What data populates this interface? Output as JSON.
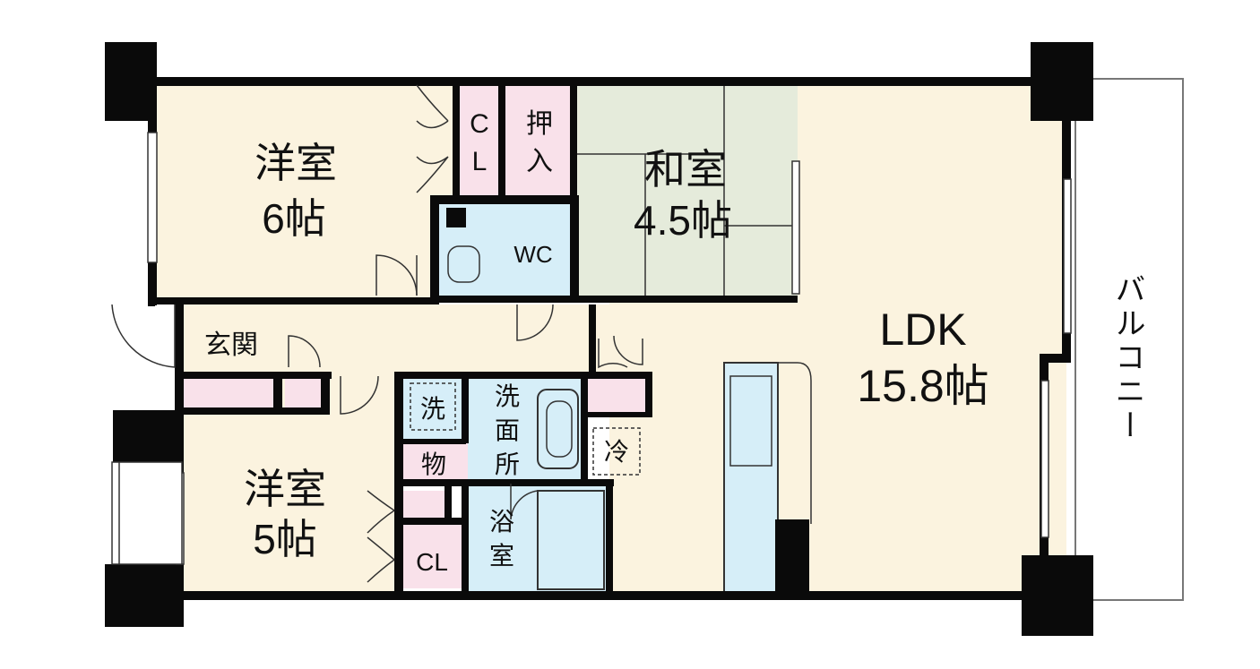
{
  "rooms": {
    "western1": {
      "name": "洋室",
      "size": "6帖"
    },
    "japanese": {
      "name": "和室",
      "size": "4.5帖"
    },
    "ldk": {
      "name": "LDK",
      "size": "15.8帖"
    },
    "western2": {
      "name": "洋室",
      "size": "5帖"
    },
    "entrance": {
      "name": "玄関"
    },
    "wc": {
      "name": "WC"
    },
    "closet1": {
      "line1": "C",
      "line2": "L"
    },
    "oshiire": {
      "line1": "押",
      "line2": "入"
    },
    "closet2": {
      "name": "CL"
    },
    "storage": {
      "name": "物"
    },
    "washer": {
      "name": "洗"
    },
    "fridge": {
      "name": "冷"
    },
    "washroom": {
      "line1": "洗",
      "line2": "面",
      "line3": "所"
    },
    "bath": {
      "line1": "浴",
      "line2": "室"
    }
  },
  "balcony": {
    "label": "バルコニー"
  },
  "colors": {
    "western": "#fbf3df",
    "japanese": "#e5ebdb",
    "wet": "#d6eef8",
    "closet": "#f9e1ea",
    "wall": "#0a0a0a"
  }
}
